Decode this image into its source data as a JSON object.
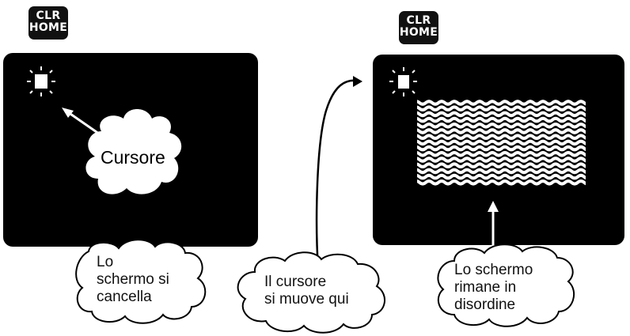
{
  "keys": {
    "left": {
      "line1": "CLR",
      "line2": "HOME"
    },
    "right": {
      "line1": "CLR",
      "line2": "HOME"
    }
  },
  "labels": {
    "cursor": "Cursore",
    "screen_clears": {
      "line1": "Lo",
      "line2": "schermo si",
      "line3": "cancella"
    },
    "cursor_moves": {
      "line1": "Il cursore",
      "line2": "si muove qui"
    },
    "screen_messy": {
      "line1": "Lo schermo",
      "line2": "rimane in",
      "line3": "disordine"
    }
  },
  "colors": {
    "screen": "#000000",
    "ink": "#111111",
    "paper": "#ffffff"
  },
  "icons": [
    "cursor-block-icon",
    "wavy-lines-icon",
    "arrow-icon"
  ]
}
